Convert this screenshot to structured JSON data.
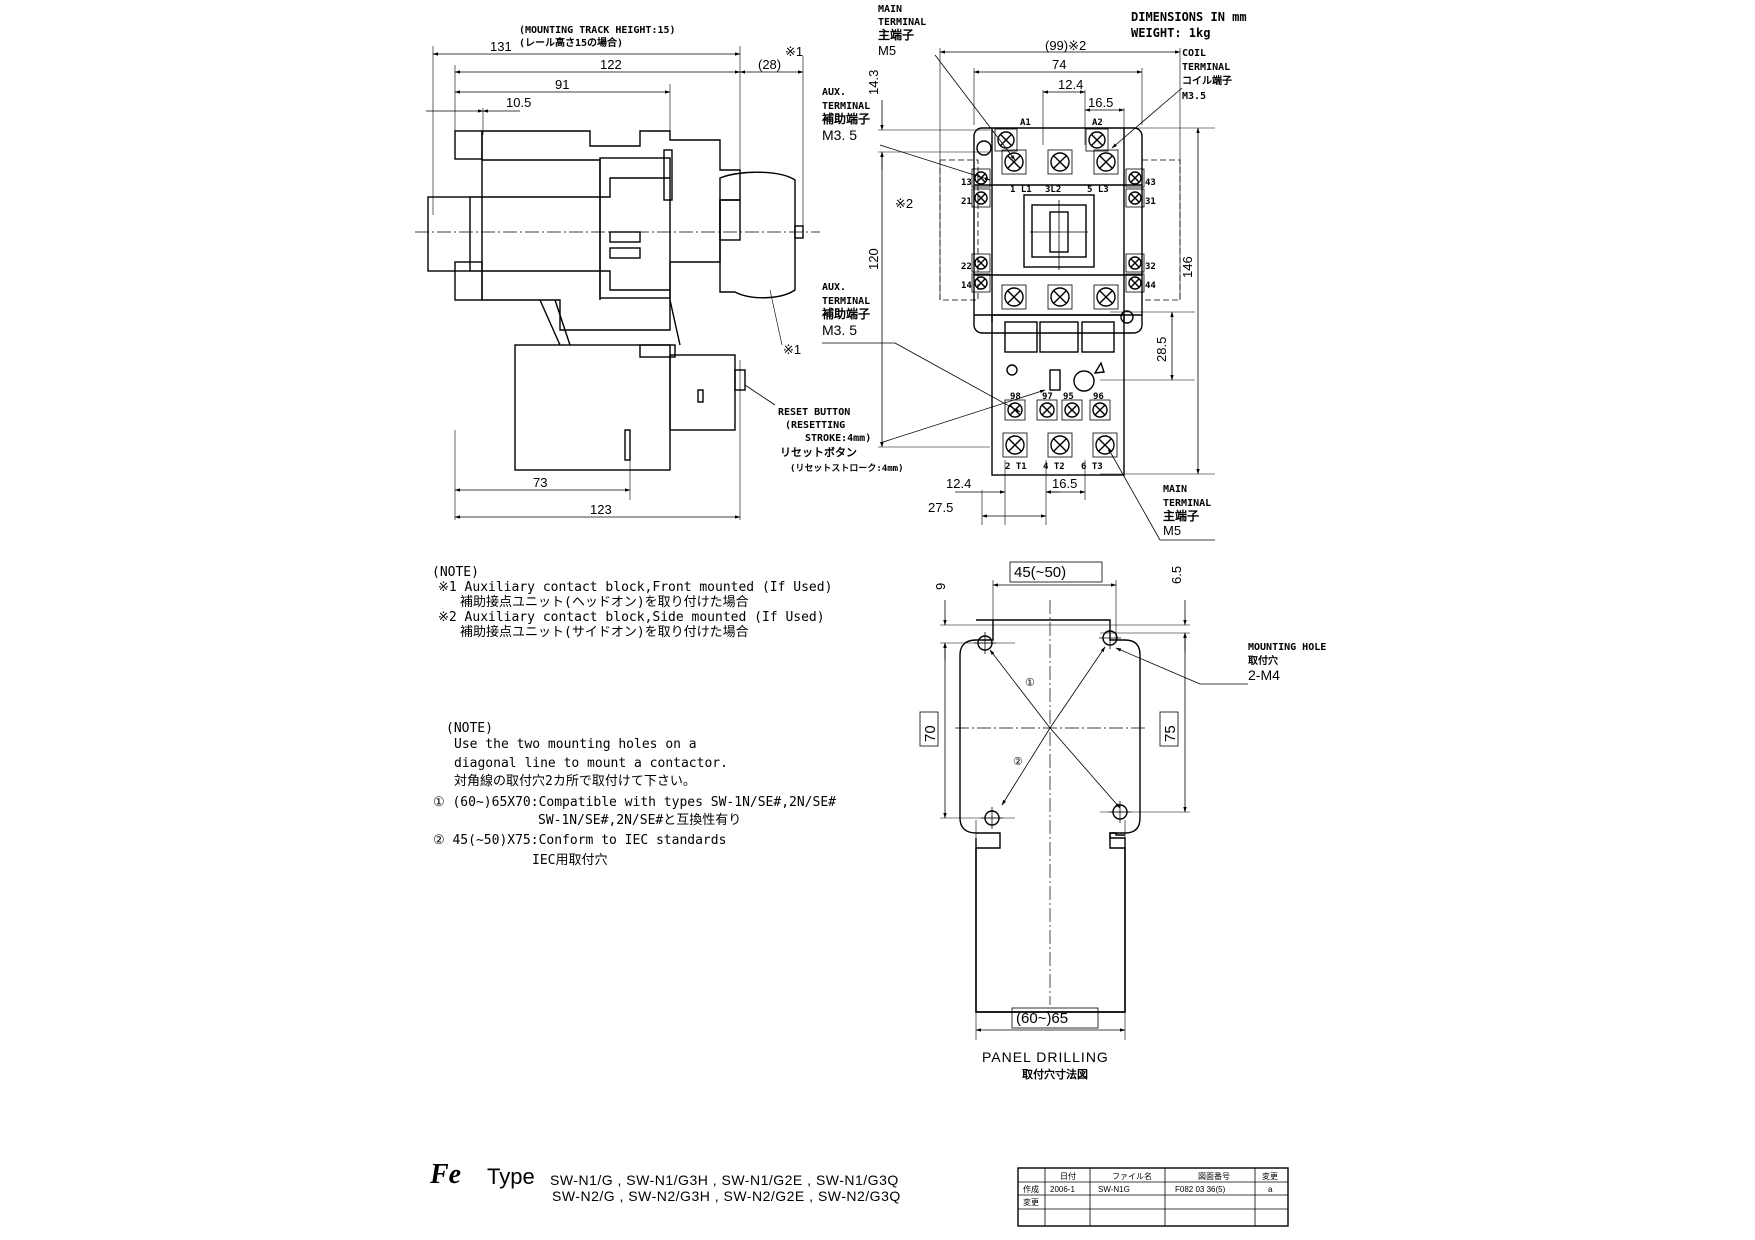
{
  "header": {
    "units": "DIMENSIONS IN mm",
    "weight": "WEIGHT: 1kg"
  },
  "side_view": {
    "track_height": "(MOUNTING TRACK HEIGHT:15)",
    "track_height_jp": "(レール高さ15の場合)",
    "dims": {
      "d131": "131",
      "d122": "122",
      "d28": "(28)",
      "d91": "91",
      "d10_5": "10.5",
      "d73": "73",
      "d123": "123"
    },
    "ref1": "※1",
    "ref1b": "※1",
    "reset": {
      "line1": "RESET BUTTON",
      "line2": "(RESETTING",
      "line3": "STROKE:4mm)",
      "jp1": "リセットボタン",
      "jp2": "(リセットストローク:4mm)"
    }
  },
  "front_view": {
    "dims": {
      "d99": "(99)※2",
      "d74": "74",
      "d12_4_top": "12.4",
      "d16_5_top": "16.5",
      "d14_3": "14.3",
      "d120": "120",
      "d146": "146",
      "d28_5": "28.5",
      "d12_4_bot": "12.4",
      "d27_5": "27.5",
      "d16_5_bot": "16.5"
    },
    "ref2": "※2",
    "main_terminal_top": [
      "MAIN",
      "TERMINAL",
      "主端子",
      "M5"
    ],
    "coil_terminal": [
      "COIL",
      "TERMINAL",
      "コイル端子",
      "M3.5"
    ],
    "aux_terminal_top": [
      "AUX.",
      "TERMINAL",
      "補助端子",
      "M3. 5"
    ],
    "aux_terminal_mid": [
      "AUX.",
      "TERMINAL",
      "補助端子",
      "M3. 5"
    ],
    "main_terminal_bot": [
      "MAIN",
      "TERMINAL",
      "主端子",
      "M5"
    ],
    "terminal_labels": {
      "a1": "A1",
      "a2": "A2",
      "t1l1": "1 L1",
      "t3l2": "3L2",
      "t5l3": "5 L3",
      "t13": "13",
      "t21": "21",
      "t22": "22",
      "t14": "14",
      "t43": "43",
      "t31": "31",
      "t32": "32",
      "t44": "44",
      "t98": "98",
      "t97": "97",
      "t95": "95",
      "t96": "96",
      "t2t1": "2 T1",
      "t4t2": "4 T2",
      "t6t3": "6 T3"
    }
  },
  "notes1": {
    "title": "(NOTE)",
    "n1_en": "※1 Auxiliary contact block,Front mounted (If Used)",
    "n1_jp": "補助接点ユニット(ヘッドオン)を取り付けた場合",
    "n2_en": "※2 Auxiliary contact block,Side mounted (If Used)",
    "n2_jp": "補助接点ユニット(サイドオン)を取り付けた場合"
  },
  "notes2": {
    "title": "(NOTE)",
    "l1": "Use the two mounting holes on a",
    "l2": "diagonal line to mount a contactor.",
    "l3": "対角線の取付穴2カ所で取付けて下さい。",
    "l4": "① (60~)65X70:Compatible with types SW-1N/SE#,2N/SE#",
    "l5": "SW-1N/SE#,2N/SE#と互換性有り",
    "l6": "② 45(~50)X75:Conform to IEC standards",
    "l7": "IEC用取付穴"
  },
  "panel": {
    "d45": "45(~50)",
    "d9": "9",
    "d6_5": "6.5",
    "d70": "70",
    "d75": "75",
    "d60_65": "(60~)65",
    "mark1": "①",
    "mark2": "②",
    "hole": [
      "MOUNTING HOLE",
      "取付穴",
      "2-M4"
    ],
    "caption": "PANEL DRILLING",
    "caption_jp": "取付穴寸法図"
  },
  "footer": {
    "logo": "Fe",
    "type_word": "Type",
    "types1": "SW-N1/G , SW-N1/G3H , SW-N1/G2E , SW-N1/G3Q",
    "types2": "SW-N2/G , SW-N2/G3H , SW-N2/G2E , SW-N2/G3Q"
  },
  "title_block": {
    "h_date": "日付",
    "h_file": "ファイル名",
    "h_dwg": "図面番号",
    "h_rev": "変更",
    "r1_label": "作成",
    "r1_date": "2006-1",
    "r1_file": "SW-N1G",
    "r1_dwg": "F082 03 36(5)",
    "r1_rev": "a",
    "r2_label": "変更"
  }
}
